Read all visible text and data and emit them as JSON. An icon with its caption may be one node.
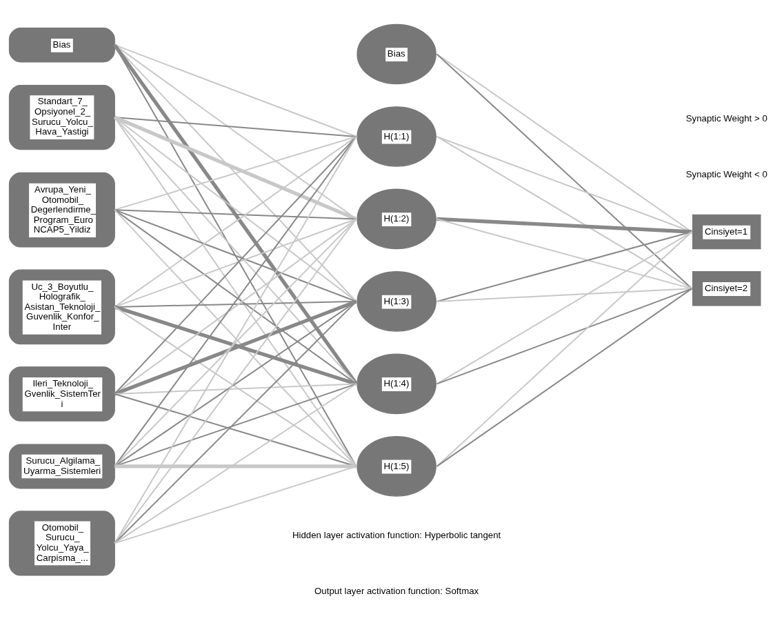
{
  "diagram": {
    "nodes": [
      {
        "text": [
          "Bias"
        ]
      },
      {
        "text": [
          "Standart_7_ Opsiyonel_2_ Surucu_Yolcu_ Hava_Yastigi"
        ]
      },
      {
        "text": [
          "Avrupa_Yeni_ Otomobil_ Degerlendirme_ Program_Euro NCAP5_Yildiz"
        ]
      },
      {
        "text": [
          "Uc_3_Boyutlu_ Holografik_ Asistan_Teknoloji_ Guvenlik_Konfor_ Inter"
        ]
      },
      {
        "text": [
          "Ileri_Teknoloji_ Gvenlik_SistemTer i"
        ]
      },
      {
        "text": [
          "Surucu_Algilama_ Uyarma_Sistemleri"
        ]
      },
      {
        "text": [
          "Otomobil_ Surucu_ Yolcu_Yaya_ Carpisma_..."
        ]
      },
      {
        "text": [
          "Bias"
        ]
      },
      {
        "text": [
          "H(1:1)"
        ]
      },
      {
        "text": [
          "H(1:2)"
        ]
      },
      {
        "text": [
          "H(1:3)"
        ]
      },
      {
        "text": [
          "H(1:4)"
        ]
      },
      {
        "text": [
          "H(1:5)"
        ]
      },
      {
        "text": [
          "Cinsiyet=1"
        ]
      },
      {
        "text": [
          "Cinsiyet=2"
        ]
      }
    ],
    "edges": [
      {
        "from": 0,
        "to": 8,
        "arrow": "none"
      },
      {
        "from": 0,
        "to": 9,
        "arrow": "none"
      },
      {
        "from": 0,
        "to": 10,
        "arrow": "none"
      },
      {
        "from": 0,
        "to": 11,
        "arrow": "none",
        "color": "#888888",
        "style": "thick"
      },
      {
        "from": 0,
        "to": 12,
        "arrow": "none",
        "color": "#888888"
      },
      {
        "from": 1,
        "to": 8,
        "arrow": "none",
        "color": "#888888"
      },
      {
        "from": 1,
        "to": 9,
        "arrow": "none",
        "style": "thick"
      },
      {
        "from": 1,
        "to": 10,
        "arrow": "none"
      },
      {
        "from": 1,
        "to": 11,
        "arrow": "none"
      },
      {
        "from": 1,
        "to": 12,
        "arrow": "none"
      },
      {
        "from": 2,
        "to": 8,
        "arrow": "none"
      },
      {
        "from": 2,
        "to": 9,
        "arrow": "none",
        "color": "#888888"
      },
      {
        "from": 2,
        "to": 10,
        "arrow": "none",
        "color": "#888888"
      },
      {
        "from": 2,
        "to": 11,
        "arrow": "none",
        "color": "#888888"
      },
      {
        "from": 2,
        "to": 12,
        "arrow": "none"
      },
      {
        "from": 3,
        "to": 8,
        "arrow": "none"
      },
      {
        "from": 3,
        "to": 9,
        "arrow": "none"
      },
      {
        "from": 3,
        "to": 10,
        "arrow": "none",
        "color": "#888888"
      },
      {
        "from": 3,
        "to": 11,
        "arrow": "none",
        "color": "#888888",
        "style": "thick"
      },
      {
        "from": 3,
        "to": 12,
        "arrow": "none"
      },
      {
        "from": 4,
        "to": 8,
        "arrow": "none",
        "color": "#888888"
      },
      {
        "from": 4,
        "to": 9,
        "arrow": "none"
      },
      {
        "from": 4,
        "to": 10,
        "arrow": "none",
        "color": "#888888",
        "style": "thick"
      },
      {
        "from": 4,
        "to": 11,
        "arrow": "none"
      },
      {
        "from": 4,
        "to": 12,
        "arrow": "none",
        "color": "#888888"
      },
      {
        "from": 5,
        "to": 8,
        "arrow": "none",
        "color": "#888888"
      },
      {
        "from": 5,
        "to": 9,
        "arrow": "none"
      },
      {
        "from": 5,
        "to": 10,
        "arrow": "none",
        "color": "#888888"
      },
      {
        "from": 5,
        "to": 11,
        "arrow": "none",
        "color": "#888888"
      },
      {
        "from": 5,
        "to": 12,
        "arrow": "none",
        "style": "thick"
      },
      {
        "from": 6,
        "to": 8,
        "arrow": "none"
      },
      {
        "from": 6,
        "to": 9,
        "arrow": "none"
      },
      {
        "from": 6,
        "to": 10,
        "arrow": "none",
        "color": "#888888"
      },
      {
        "from": 6,
        "to": 11,
        "arrow": "none"
      },
      {
        "from": 6,
        "to": 12,
        "arrow": "none"
      },
      {
        "from": 7,
        "to": 13,
        "arrow": "none"
      },
      {
        "from": 7,
        "to": 14,
        "arrow": "none",
        "color": "#888888"
      },
      {
        "from": 8,
        "to": 13,
        "arrow": "none"
      },
      {
        "from": 8,
        "to": 14,
        "arrow": "none"
      },
      {
        "from": 9,
        "to": 13,
        "arrow": "none",
        "color": "#888888",
        "style": "thick"
      },
      {
        "from": 9,
        "to": 14,
        "arrow": "none"
      },
      {
        "from": 10,
        "to": 13,
        "arrow": "none",
        "color": "#888888"
      },
      {
        "from": 10,
        "to": 14,
        "arrow": "none"
      },
      {
        "from": 11,
        "to": 13,
        "arrow": "none"
      },
      {
        "from": 11,
        "to": 14,
        "arrow": "none",
        "color": "#888888"
      },
      {
        "from": 12,
        "to": 13,
        "arrow": "none"
      },
      {
        "from": 12,
        "to": 14,
        "arrow": "none",
        "color": "#888888"
      }
    ],
    "labels": [
      "Hidden layer activation function: Hyperbolic tangent",
      "Output layer activation function: Softmax"
    ],
    "legend": [
      {
        "text": "Synaptic Weight > 0"
      },
      {
        "text": "Synaptic Weight < 0"
      }
    ]
  }
}
